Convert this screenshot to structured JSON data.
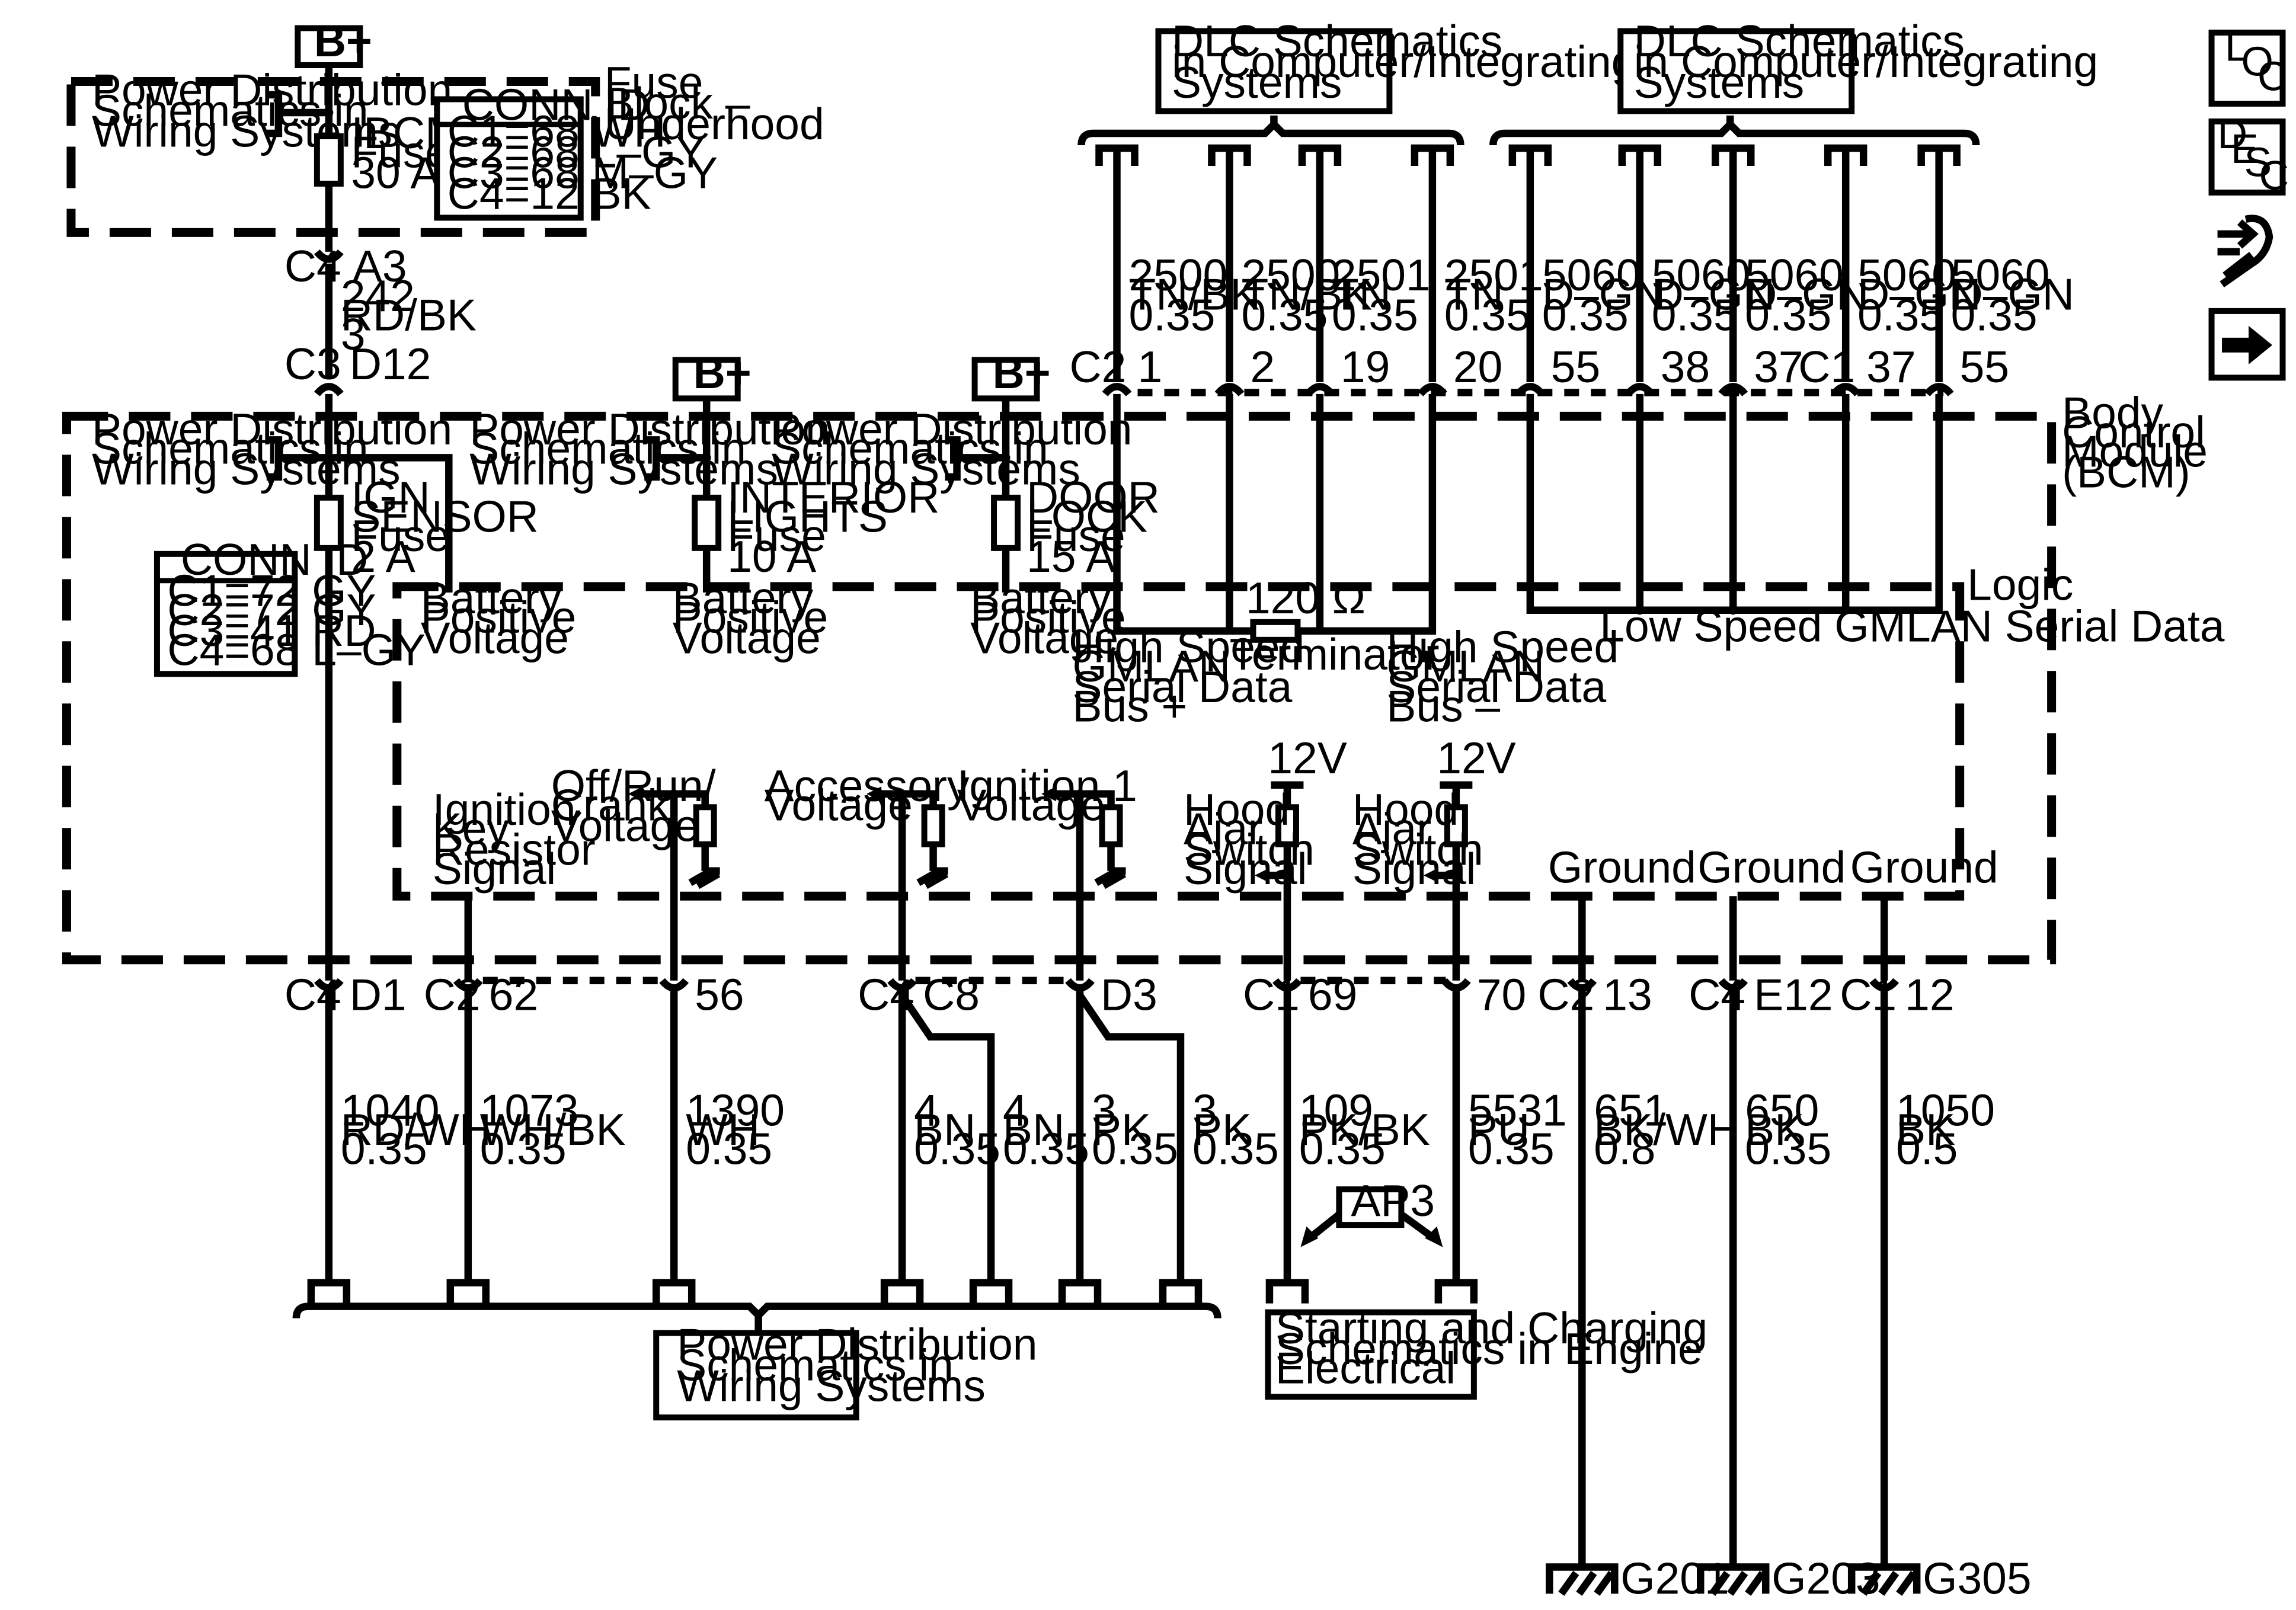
{
  "nav": {
    "loc": {
      "l": "L",
      "o": "O",
      "c": "C"
    },
    "desc": {
      "d": "D",
      "e": "E",
      "s": "S",
      "c": "C"
    },
    "service_icon": "hand-wrench-icon",
    "next_icon": "arrow-right-icon"
  },
  "dlc": {
    "left": [
      "DLC Schematics",
      "in Computer/Integrating",
      "Systems"
    ],
    "right": [
      "DLC Schematics",
      "in Computer/Integrating",
      "Systems"
    ]
  },
  "fuse_block": {
    "bplus": "B+",
    "pd_ref": [
      "Power Distribution",
      "Schematics in",
      "Wiring Systems"
    ],
    "fuse": [
      "IBCM 1",
      "Fuse 20",
      "30 A"
    ],
    "title": [
      "Fuse",
      "Block –",
      "Underhood"
    ],
    "conn_title": "CONN ID",
    "conn": [
      "C1=68 WH",
      "C2=68 L–GY",
      "C3=68 M–GY",
      "C4=12 BK"
    ]
  },
  "feed": {
    "c4": "C4",
    "a3": "A3",
    "wire": [
      "242",
      "RD/BK",
      "3"
    ],
    "c3": "C3",
    "d12": "D12"
  },
  "bcm": {
    "title": [
      "Body",
      "Control",
      "Module",
      "(BCM)"
    ],
    "logic": "Logic",
    "conn_title": "CONN ID",
    "conn": [
      "C1=72 GY",
      "C2=72 GY",
      "C3=41 RD",
      "C4=68 L–GY"
    ],
    "fuses": [
      {
        "bplus": "",
        "pd": [
          "Power Distribution",
          "Schematics in",
          "Wiring Systems"
        ],
        "name": [
          "IGN",
          "SENSOR",
          "Fuse",
          "2 A"
        ],
        "bpv": [
          "Battery",
          "Positive",
          "Voltage"
        ]
      },
      {
        "bplus": "B+",
        "pd": [
          "Power Distribution",
          "Schematics in",
          "Wiring Systems"
        ],
        "name": [
          "INTERIOR",
          "LIGHTS",
          "Fuse",
          "10 A"
        ],
        "bpv": [
          "Battery",
          "Positive",
          "Voltage"
        ]
      },
      {
        "bplus": "B+",
        "pd": [
          "Power Distribution",
          "Schematics in",
          "Wiring Systems"
        ],
        "name": [
          "DOOR",
          "LOCK",
          "Fuse",
          "15 A"
        ],
        "bpv": [
          "Battery",
          "Positive",
          "Voltage"
        ]
      }
    ],
    "terminator_value": "120 Ω",
    "terminator": "Terminator",
    "hs_plus": [
      "High Speed",
      "GMLAN",
      "Serial Data",
      "Bus +"
    ],
    "hs_minus": [
      "High Speed",
      "GMLAN",
      "Serial Data",
      "Bus –"
    ],
    "ls": "Low Speed GMLAN Serial Data",
    "signals": {
      "ign_key": [
        "Ignition",
        "Key",
        "Resistor",
        "Signal"
      ],
      "off_run": [
        "Off/Run/",
        "Crank",
        "Voltage"
      ],
      "accessory": [
        "Accessory",
        "Voltage"
      ],
      "ign1": [
        "Ignition 1",
        "Voltage"
      ],
      "hood1": [
        "Hood",
        "Ajar",
        "Switch",
        "Signal"
      ],
      "hood2": [
        "Hood",
        "Ajar",
        "Switch",
        "Signal"
      ],
      "v12a": "12V",
      "v12b": "12V",
      "ground1": "Ground",
      "ground2": "Ground",
      "ground3": "Ground"
    }
  },
  "top_wires": [
    {
      "conn": "C2",
      "pin": "1",
      "circuit": "2500",
      "color": "TN/BK",
      "gauge": "0.35"
    },
    {
      "conn": "",
      "pin": "2",
      "circuit": "2500",
      "color": "TN/BK",
      "gauge": "0.35"
    },
    {
      "conn": "",
      "pin": "19",
      "circuit": "2501",
      "color": "TN",
      "gauge": "0.35"
    },
    {
      "conn": "",
      "pin": "20",
      "circuit": "2501",
      "color": "TN",
      "gauge": "0.35"
    },
    {
      "conn": "",
      "pin": "55",
      "circuit": "5060",
      "color": "D–GN",
      "gauge": "0.35"
    },
    {
      "conn": "",
      "pin": "38",
      "circuit": "5060",
      "color": "D–GN",
      "gauge": "0.35"
    },
    {
      "conn": "",
      "pin": "37",
      "circuit": "5060",
      "color": "D–GN",
      "gauge": "0.35"
    },
    {
      "conn": "C1",
      "pin": "37",
      "circuit": "5060",
      "color": "D–GN",
      "gauge": "0.35"
    },
    {
      "conn": "",
      "pin": "55",
      "circuit": "5060",
      "color": "D–GN",
      "gauge": "0.35"
    }
  ],
  "bottom_wires": [
    {
      "conn": "C4",
      "pin": "D1",
      "circuit": "1040",
      "color": "RD/WH",
      "gauge": "0.35"
    },
    {
      "conn": "C2",
      "pin": "62",
      "circuit": "1073",
      "color": "WH/BK",
      "gauge": "0.35"
    },
    {
      "conn": "",
      "pin": "56",
      "circuit": "1390",
      "color": "WH",
      "gauge": "0.35"
    },
    {
      "conn": "C4",
      "pin": "C8",
      "circuit": "4",
      "color": "BN",
      "gauge": "0.35"
    },
    {
      "conn": "",
      "pin": "",
      "circuit": "4",
      "color": "BN",
      "gauge": "0.35"
    },
    {
      "conn": "",
      "pin": "D3",
      "circuit": "3",
      "color": "PK",
      "gauge": "0.35"
    },
    {
      "conn": "",
      "pin": "",
      "circuit": "3",
      "color": "PK",
      "gauge": "0.35"
    },
    {
      "conn": "C1",
      "pin": "69",
      "circuit": "109",
      "color": "PK/BK",
      "gauge": "0.35"
    },
    {
      "conn": "",
      "pin": "70",
      "circuit": "5531",
      "color": "PU",
      "gauge": "0.35"
    },
    {
      "conn": "C2",
      "pin": "13",
      "circuit": "651",
      "color": "BK/WH",
      "gauge": "0.8"
    },
    {
      "conn": "C4",
      "pin": "E12",
      "circuit": "650",
      "color": "BK",
      "gauge": "0.35"
    },
    {
      "conn": "C1",
      "pin": "12",
      "circuit": "1050",
      "color": "BK",
      "gauge": "0.5"
    }
  ],
  "bottom_refs": {
    "pd": [
      "Power Distribution",
      "Schematics in",
      "Wiring Systems"
    ],
    "ap3": "AP3",
    "starting": [
      "Starting and Charging",
      "Schematics in Engine",
      "Electrical"
    ]
  },
  "grounds": [
    "G201",
    "G203",
    "G305"
  ]
}
